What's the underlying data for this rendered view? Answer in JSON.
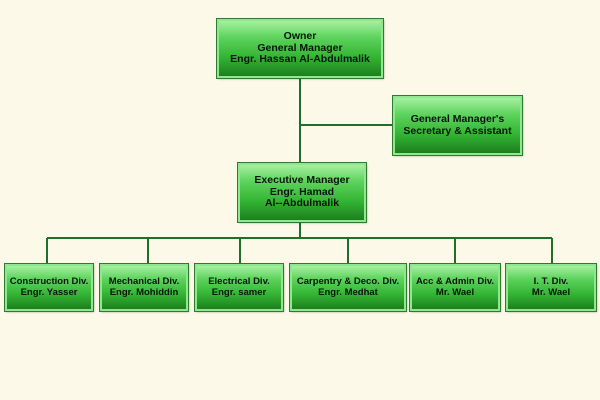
{
  "colors": {
    "background": "#fcf9e8",
    "connector": "#1f6e2a",
    "box_light": "#a6f0a0",
    "box_mid": "#34b534",
    "box_dark": "#1d7f1d",
    "box_border": "#8fe88f"
  },
  "owner": {
    "line1": "Owner",
    "line2": "General Manager",
    "line3": "Engr. Hassan Al-Abdulmalik"
  },
  "assistant": {
    "line1": "General Manager's",
    "line2": "Secretary & Assistant"
  },
  "executive": {
    "line1": "Executive Manager",
    "line2": "Engr. Hamad",
    "line3": "Al--Abdulmalik"
  },
  "divisions": [
    {
      "title": "Construction Div.",
      "person": "Engr. Yasser"
    },
    {
      "title": "Mechanical Div.",
      "person": "Engr. Mohiddin"
    },
    {
      "title": "Electrical Div.",
      "person": "Engr. samer"
    },
    {
      "title": "Carpentry & Deco. Div.",
      "person": "Engr. Medhat"
    },
    {
      "title": "Acc & Admin Div.",
      "person": "Mr. Wael"
    },
    {
      "title": "I. T. Div.",
      "person": "Mr. Wael"
    }
  ]
}
